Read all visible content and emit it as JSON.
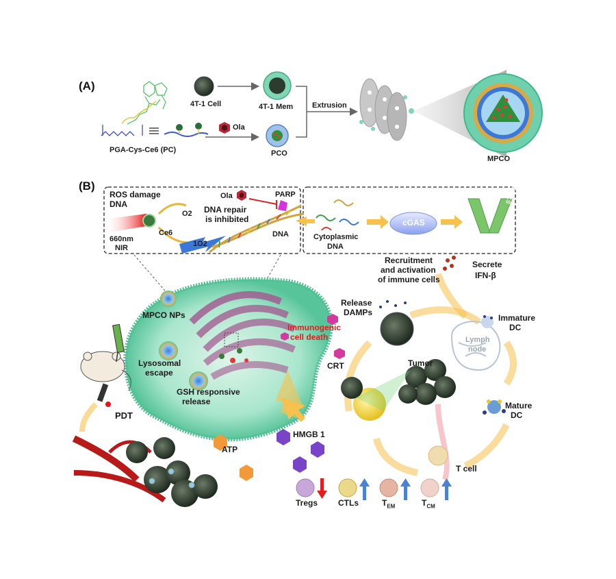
{
  "panel_a": {
    "label": "(A)",
    "cell": "4T-1 Cell",
    "mem": "4T-1 Mem",
    "polymer": "PGA-Cys-Ce6 (PC)",
    "ola": "Ola",
    "pco": "PCO",
    "extrusion": "Extrusion",
    "mpco": "MPCO"
  },
  "panel_b": {
    "label": "(B)",
    "ros_damage": "ROS damage",
    "dna_label": "DNA",
    "nir_660": "660nm",
    "nir": "NIR",
    "ce6": "Ce6",
    "o2": "O2",
    "singlet_o2": "1O2",
    "ola": "Ola",
    "parp": "PARP",
    "dna_repair_1": "DNA repair",
    "dna_repair_2": "is inhibited",
    "dna": "DNA",
    "cyto_1": "Cytoplasmic",
    "cyto_2": "DNA",
    "cgas": "cGAS",
    "sting": "STING",
    "recruit_1": "Recruitment",
    "recruit_2": "and activation",
    "recruit_3": "of immune cells",
    "secrete_1": "Secrete",
    "secrete_2": "IFN-β",
    "mpco_nps": "MPCO NPs",
    "lyso_1": "Lysosomal",
    "lyso_2": "escape",
    "gsh_1": "GSH responsive",
    "gsh_2": "release",
    "icd_1": "Immunogenic",
    "icd_2": "cell death",
    "crt": "CRT",
    "release_1": "Release",
    "release_2": "DAMPs",
    "immature_1": "Immature",
    "immature_2": "DC",
    "lymph_1": "Lymph",
    "lymph_2": "node",
    "tumor": "Tumor",
    "mature_1": "Mature",
    "mature_2": "DC",
    "pdt": "PDT",
    "atp": "ATP",
    "hmgb1": "HMGB 1",
    "tcell": "T cell",
    "tregs": "Tregs",
    "ctls": "CTLs",
    "tem": "T",
    "tem_sub": "EM",
    "tcm": "T",
    "tcm_sub": "CM"
  },
  "colors": {
    "membrane": "#7fd6b4",
    "golgi": "#a3568e",
    "arrow": "#f6c14d",
    "tumor": "#2b3a2b",
    "up_arrow": "#4a82d4",
    "down_arrow": "#e02020",
    "vessel": "#b81a1a"
  }
}
